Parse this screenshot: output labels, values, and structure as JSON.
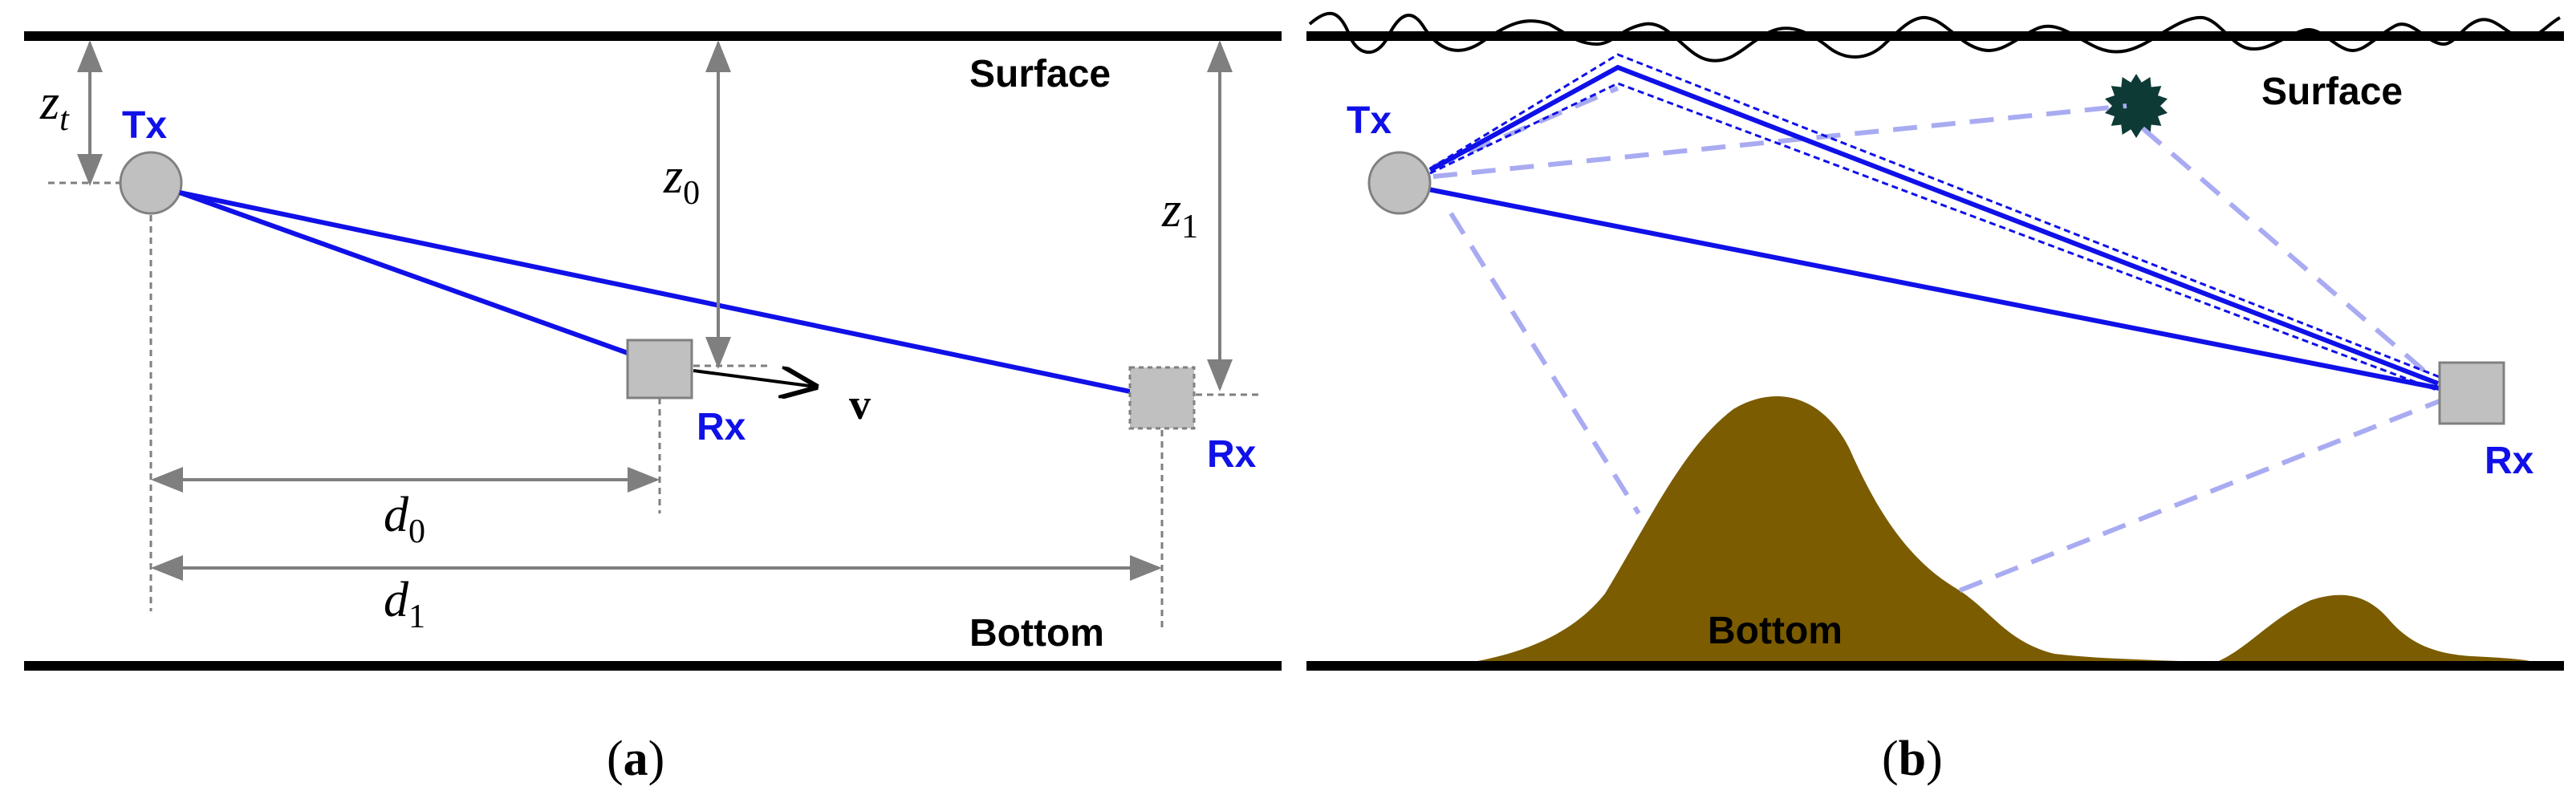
{
  "colors": {
    "line": "#000000",
    "blue": "#1010e8",
    "light_blue": "#a9abf2",
    "gray_fill": "#c0c0c0",
    "gray_stroke": "#808080",
    "dim": "#7f7f7f",
    "seabed": "#7b5c00",
    "scatterer": "#0e3a36"
  },
  "panel_a": {
    "surface_label": "Surface",
    "bottom_label": "Bottom",
    "tx_label": "Tx",
    "rx_label": "Rx",
    "rx2_label": "Rx",
    "zt": "z",
    "zt_sub": "t",
    "z0": "z",
    "z0_sub": "0",
    "z1": "z",
    "z1_sub": "1",
    "d0": "d",
    "d0_sub": "0",
    "d1": "d",
    "d1_sub": "1",
    "v_label": "v",
    "caption": "(a)",
    "caption_open": "(",
    "caption_letter": "a",
    "caption_close": ")"
  },
  "panel_b": {
    "surface_label": "Surface",
    "bottom_label": "Bottom",
    "tx_label": "Tx",
    "rx_label": "Rx",
    "caption": "(b)",
    "caption_open": "(",
    "caption_letter": "b",
    "caption_close": ")"
  }
}
